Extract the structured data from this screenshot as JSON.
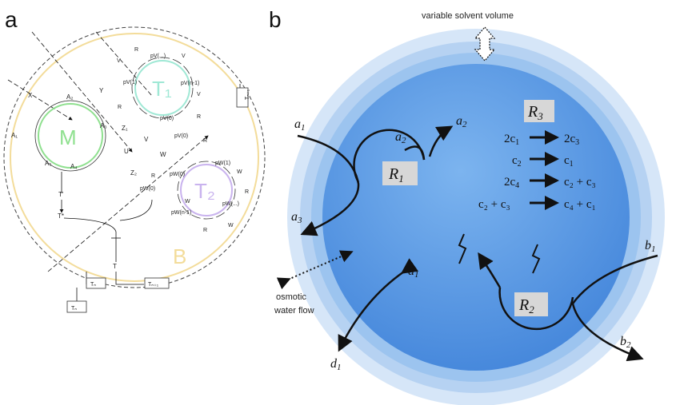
{
  "panel_a": {
    "label": "a",
    "membrane_label": "B",
    "metabolism_label": "M",
    "template1_label": "T₁",
    "template2_label": "T₂",
    "species": [
      "A₁",
      "A₂",
      "A₃",
      "A₄",
      "A₅",
      "X",
      "Y",
      "Z₁",
      "Z₂",
      "U",
      "V",
      "W",
      "T'",
      "T*",
      "T"
    ],
    "t1_cycle": [
      "pV(...)",
      "pV(1)",
      "pV(n-1)",
      "pV(0)",
      "pV(0)",
      "V",
      "V",
      "V",
      "R",
      "R",
      "R"
    ],
    "t2_cycle": [
      "pW(1)",
      "pW(0)",
      "pW(0)",
      "pW(...)",
      "pW(n-1)",
      "W",
      "W",
      "W",
      "R",
      "R",
      "R",
      "R"
    ],
    "boxes": [
      "Tₙ",
      "Tₙ",
      "Tₙ₊₁",
      "Tₙ₊₁"
    ]
  },
  "panel_b": {
    "label": "b",
    "top_label": "variable solvent volume",
    "osmotic_label_1": "osmotic",
    "osmotic_label_2": "water flow",
    "r1": {
      "label": "R",
      "sub": "1",
      "a1": "a",
      "a1sub": "1",
      "a2": "a",
      "a2sub": "2",
      "a3": "a",
      "a3sub": "3",
      "a2b": "a",
      "a2bsub": "2"
    },
    "r2": {
      "label": "R",
      "sub": "2",
      "b1": "b",
      "b1sub": "1",
      "b2": "b",
      "b2sub": "2"
    },
    "r3": {
      "label": "R",
      "sub": "3",
      "reactions": [
        {
          "lhs": "2c",
          "lhs_sub": "1",
          "rhs": "2c",
          "rhs_sub": "3"
        },
        {
          "lhs": "c",
          "lhs_sub": "2",
          "rhs": "c",
          "rhs_sub": "1"
        },
        {
          "lhs": "2c",
          "lhs_sub": "4",
          "rhs": "c₂ + c₃",
          "rhs_sub": ""
        },
        {
          "lhs": "c₂ + c₃",
          "lhs_sub": "",
          "rhs": "c₄ + c₁",
          "rhs_sub": ""
        }
      ]
    },
    "d_top": "d",
    "d_top_sub": "1",
    "d_bot": "d",
    "d_bot_sub": "1"
  },
  "colors": {
    "metabolism": "#8fe08f",
    "template1": "#9fe8d5",
    "template2": "#c9b3ee",
    "membrane": "#f3dc9a",
    "outer_ring": "#cfe0f5",
    "middle_ring": "#a9caee",
    "inner_ring": "#8db8ea",
    "core": "#4d8fe0"
  }
}
